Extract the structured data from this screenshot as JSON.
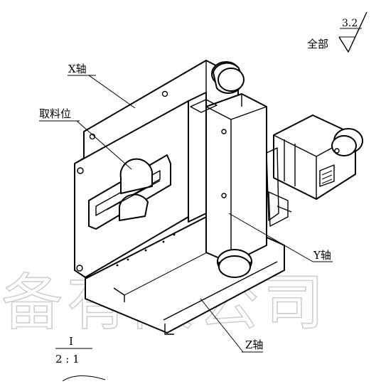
{
  "labels": {
    "x_axis": "X轴",
    "pick_position": "取料位",
    "y_axis": "Y轴",
    "z_axis": "Z轴"
  },
  "surface_finish": {
    "scope": "全部",
    "value": "3.2"
  },
  "detail_scale": {
    "view": "I",
    "ratio": "2 : 1"
  },
  "watermark": "备有限公司",
  "colors": {
    "line": "#000000",
    "background": "#ffffff",
    "watermark": "#cfcfcf"
  }
}
